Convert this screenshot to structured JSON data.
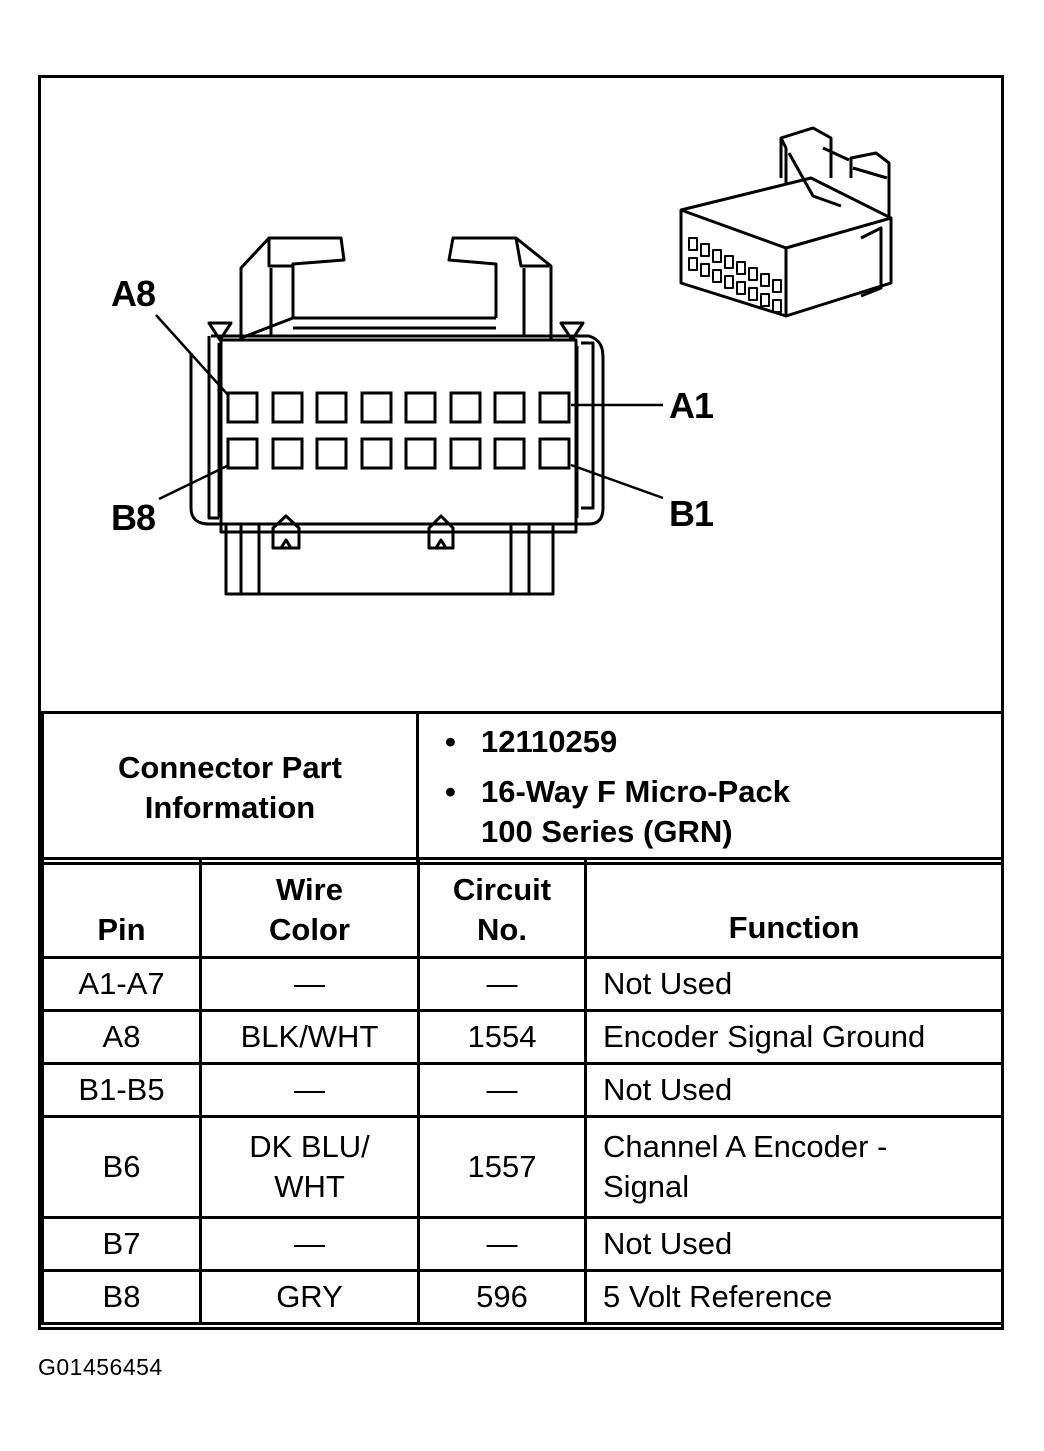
{
  "diagram": {
    "pin_labels": {
      "a8": "A8",
      "a1": "A1",
      "b8": "B8",
      "b1": "B1"
    }
  },
  "connector_info": {
    "label_line1": "Connector Part",
    "label_line2": "Information",
    "part_number": "12110259",
    "description_line1": "16-Way F Micro-Pack",
    "description_line2": "100 Series (GRN)"
  },
  "pin_table": {
    "headers": {
      "pin": "Pin",
      "wire_color_line1": "Wire",
      "wire_color_line2": "Color",
      "circuit_line1": "Circuit",
      "circuit_line2": "No.",
      "function": "Function"
    },
    "rows": [
      {
        "pin": "A1-A7",
        "wire_color": "—",
        "wire_color_line2": "",
        "circuit": "—",
        "function": "Not Used",
        "function_line2": ""
      },
      {
        "pin": "A8",
        "wire_color": "BLK/WHT",
        "wire_color_line2": "",
        "circuit": "1554",
        "function": "Encoder Signal Ground",
        "function_line2": ""
      },
      {
        "pin": "B1-B5",
        "wire_color": "—",
        "wire_color_line2": "",
        "circuit": "—",
        "function": "Not Used",
        "function_line2": ""
      },
      {
        "pin": "B6",
        "wire_color": "DK BLU/",
        "wire_color_line2": "WHT",
        "circuit": "1557",
        "function": "Channel A Encoder -",
        "function_line2": "Signal"
      },
      {
        "pin": "B7",
        "wire_color": "—",
        "wire_color_line2": "",
        "circuit": "—",
        "function": "Not Used",
        "function_line2": ""
      },
      {
        "pin": "B8",
        "wire_color": "GRY",
        "wire_color_line2": "",
        "circuit": "596",
        "function": "5 Volt Reference",
        "function_line2": ""
      }
    ]
  },
  "figure_id": "G01456454"
}
